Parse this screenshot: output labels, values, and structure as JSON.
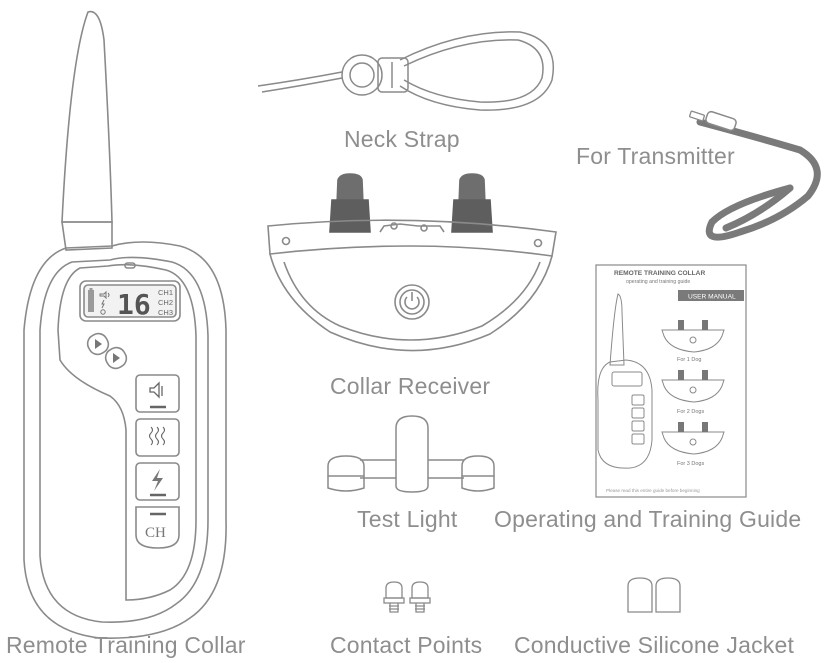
{
  "labels": {
    "remote": "Remote Training Collar",
    "strap": "Neck Strap",
    "transmitter_cable": "For Transmitter",
    "receiver": "Collar Receiver",
    "test_light": "Test Light",
    "guide": "Operating and Training Guide",
    "contact_points": "Contact Points",
    "silicone_jacket": "Conductive Silicone Jacket"
  },
  "remote_lcd": {
    "level": "16",
    "ch1": "CH1",
    "ch2": "CH2",
    "ch3": "CH3",
    "ch_button": "CH"
  },
  "manual": {
    "title": "REMOTE TRAINING COLLAR",
    "subtitle": "operating and training guide",
    "badge": "USER MANUAL",
    "dogs1": "For 1 Dog",
    "dogs2": "For 2 Dogs",
    "dogs3": "For 3 Dogs",
    "footer": "Please read this entire guide before beginning"
  },
  "colors": {
    "line": "#8a8a8a",
    "fill_dark": "#6e6e6e",
    "label_text": "#8e8e8e"
  }
}
